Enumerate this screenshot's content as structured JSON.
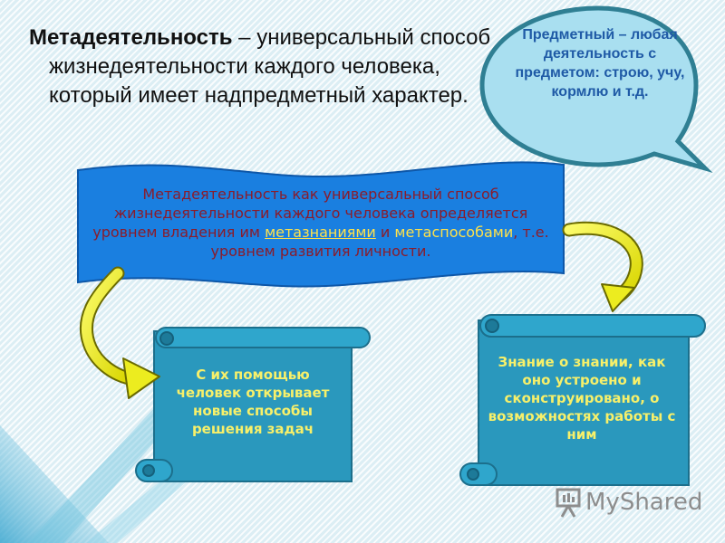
{
  "intro": {
    "term": "Метадеятельность",
    "definition": " – универсальный способ жизнедеятельности каждого человека, который имеет надпредметный характер."
  },
  "bubble": {
    "text": "Предметный – любая деятельность с предметом: строю, учу, кормлю и т.д."
  },
  "banner": {
    "part1": "Метадеятельность как универсальный способ жизнедеятельности каждого человека определяется уровнем владения им ",
    "highlight1": "метазнаниями",
    "part2": " и ",
    "highlight2": "метаспособами",
    "part3": ", т.е. уровнем развития личности."
  },
  "scroll_left": {
    "text": "С их помощью человек открывает новые способы решения задач"
  },
  "scroll_right": {
    "text": "Знание о знании, как оно устроено и сконструировано, о возможностях работы с ним"
  },
  "watermark": {
    "text": "MyShared"
  },
  "colors": {
    "bubble_fill": "#a9dff0",
    "bubble_border": "#2f7f93",
    "banner_fill": "#1a7fe0",
    "banner_text": "#8a1c2b",
    "scroll_fill": "#2a98bd",
    "scroll_text": "#f7f06a",
    "arrow_fill": "#ecec1f"
  }
}
